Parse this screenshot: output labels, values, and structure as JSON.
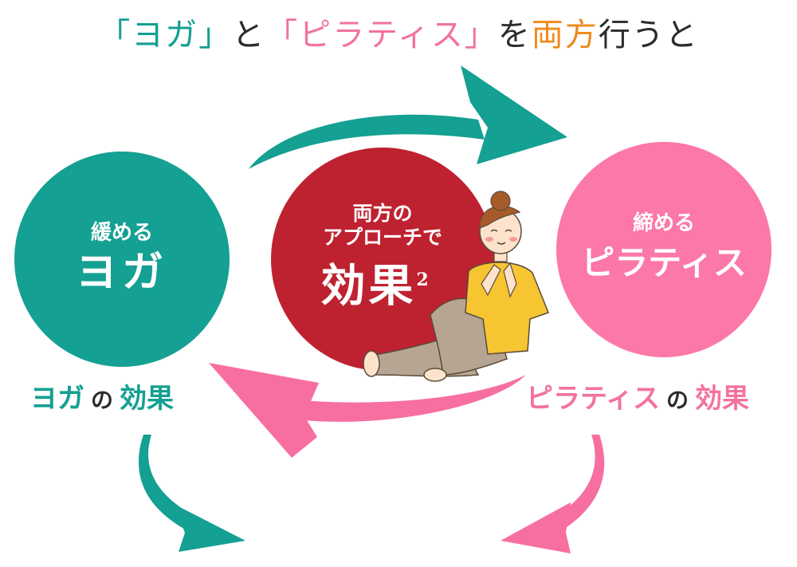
{
  "headline": {
    "part1": "「ヨガ」",
    "part2": "と",
    "part3": "「ピラティス」",
    "part4": "を",
    "part5": "両方",
    "part6": "行うと"
  },
  "circles": {
    "yoga": {
      "small": "緩める",
      "big": "ヨガ"
    },
    "center": {
      "line1": "両方の",
      "line2": "アプローチで",
      "main": "効果",
      "exponent": "2"
    },
    "pilates": {
      "small": "締める",
      "big": "ピラティス"
    }
  },
  "effects": {
    "yoga": {
      "name": "ヨガ",
      "particle": "の",
      "word": "効果"
    },
    "pilates": {
      "name": "ピラティス",
      "particle": "の",
      "word": "効果"
    }
  },
  "colors": {
    "teal": "#14a092",
    "pink": "#fb78a8",
    "red": "#be2230",
    "orange": "#ef8a1b",
    "skin": "#fde3cc",
    "hair": "#a85b2a",
    "shirt": "#f7c532",
    "pants": "#b6a592"
  }
}
